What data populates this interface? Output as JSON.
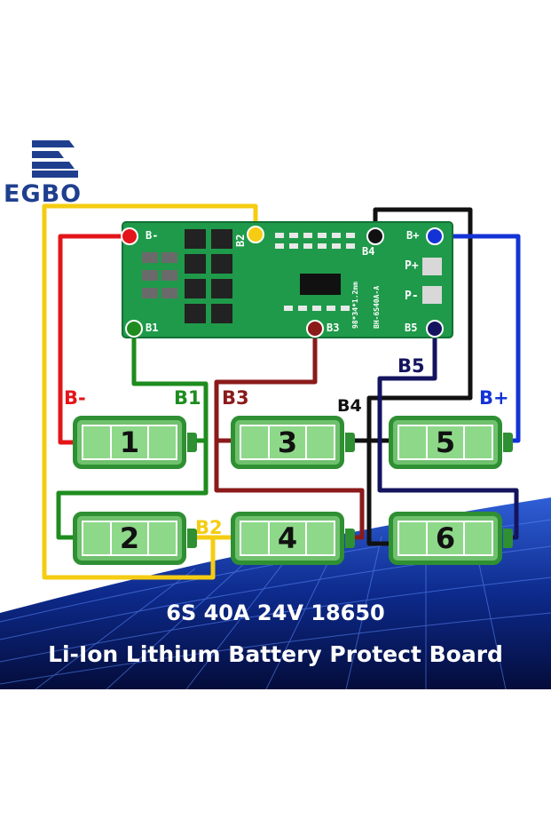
{
  "brand": {
    "name": "EGBO"
  },
  "board": {
    "pads": {
      "b_minus": "B-",
      "b1": "B1",
      "b2": "B2",
      "b3": "B3",
      "b4": "B4",
      "b5": "B5",
      "b_plus": "B+",
      "p_plus": "P+",
      "p_minus": "P-"
    },
    "model_text": "BH-6S40A-A",
    "size_text": "98*34*1.2mm"
  },
  "wire_labels": {
    "b_minus": "B-",
    "b1": "B1",
    "b2": "B2",
    "b3": "B3",
    "b4": "B4",
    "b5": "B5",
    "b_plus": "B+"
  },
  "cells": [
    "1",
    "2",
    "3",
    "4",
    "5",
    "6"
  ],
  "colors": {
    "b_minus": "#e3151a",
    "b1": "#1e8c1e",
    "b2": "#f5cc12",
    "b3": "#8b1a1a",
    "b4": "#111111",
    "b5": "#14145e",
    "b_plus": "#1433d6"
  },
  "caption": {
    "line1": "6S 40A 24V 18650",
    "line2": "Li-Ion Lithium Battery Protect Board"
  }
}
